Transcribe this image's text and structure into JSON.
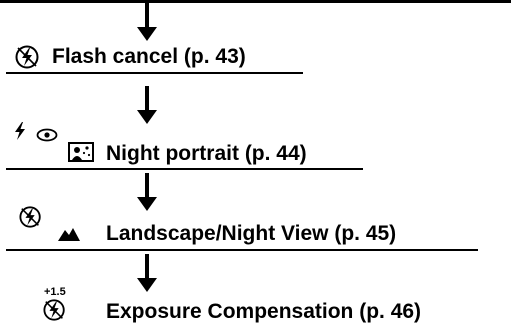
{
  "items": [
    {
      "label": "Flash cancel (p. 43)",
      "icons": [
        "flash-off-icon"
      ]
    },
    {
      "label": "Night portrait (p. 44)",
      "icons": [
        "flash-on-icon",
        "red-eye-icon",
        "night-portrait-icon"
      ]
    },
    {
      "label": "Landscape/Night View (p. 45)",
      "icons": [
        "flash-off-icon",
        "mountain-icon"
      ]
    },
    {
      "label": "Exposure Compensation (p. 46)",
      "icons": [
        "flash-off-icon"
      ],
      "exposure_value": "+1.5"
    }
  ]
}
